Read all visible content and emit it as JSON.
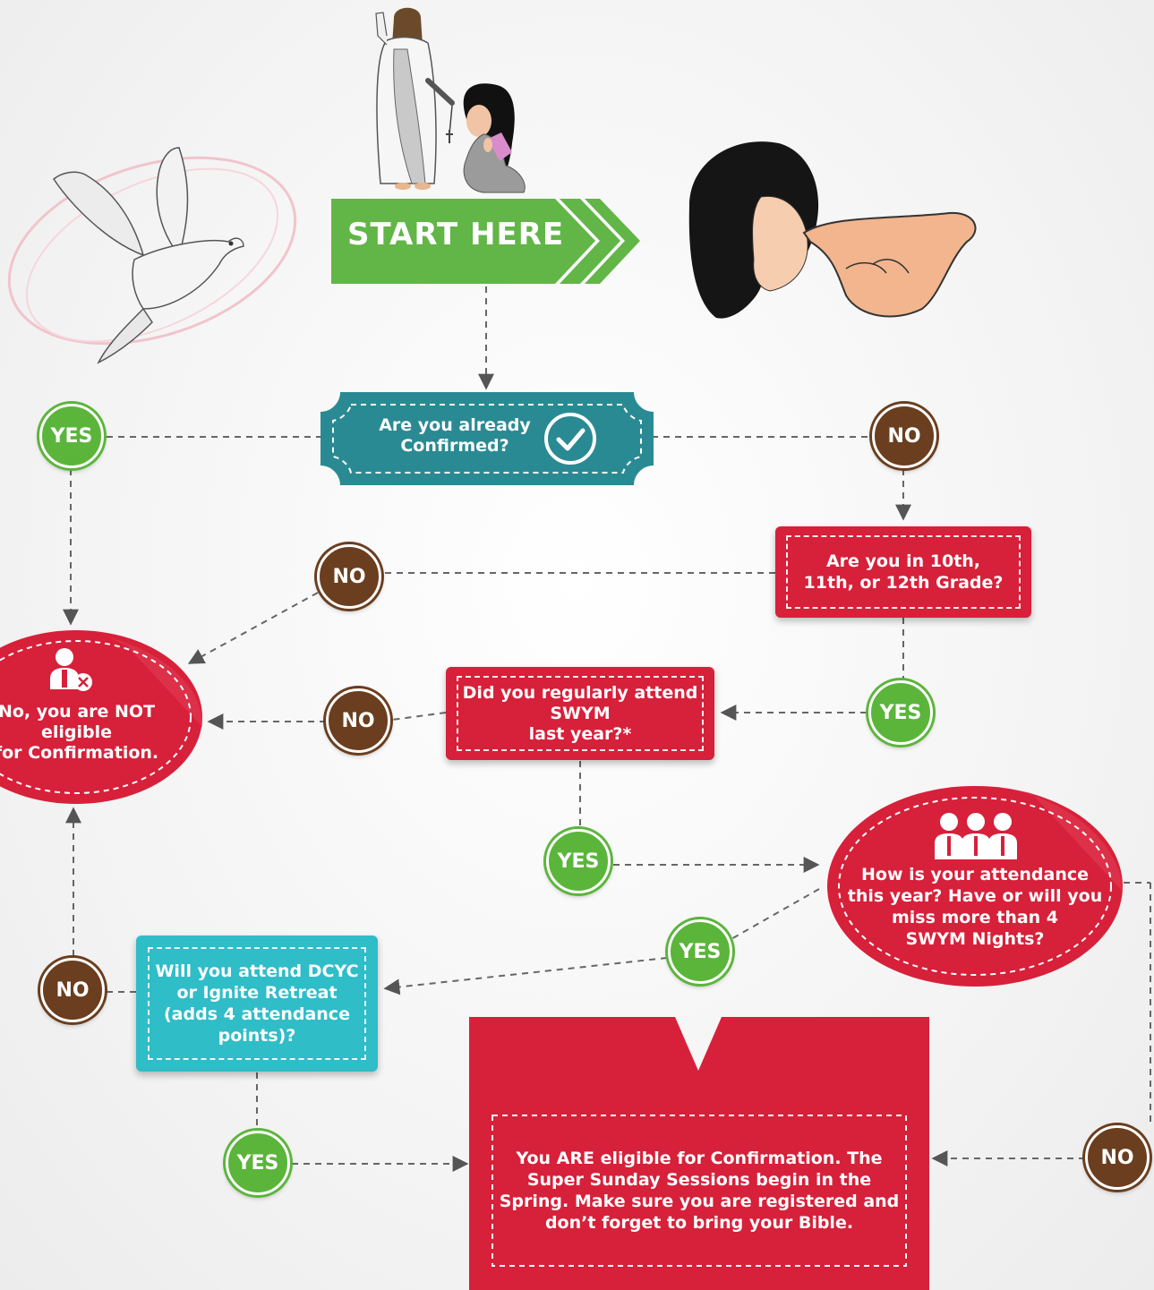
{
  "start": {
    "label": "START HERE"
  },
  "q_confirmed": {
    "text": "Are you already\nConfirmed?"
  },
  "q_grade": {
    "text": "Are you in 10th,\n11th, or 12th Grade?"
  },
  "q_swym": {
    "text": "Did you regularly attend\nSWYM\nlast year?*"
  },
  "q_attendance": {
    "text": "How is your attendance\nthis year? Have or will you\nmiss more than 4\nSWYM Nights?"
  },
  "q_retreat": {
    "text": "Will you attend DCYC\nor Ignite Retreat\n(adds 4 attendance\npoints)?"
  },
  "result_not_eligible": {
    "text": "No, you are NOT\neligible\nfor Confirmation."
  },
  "result_eligible": {
    "text": "You ARE eligible for Confirmation. The\nSuper Sunday Sessions begin in the\nSpring. Make sure you are registered and\ndon’t forget to bring your Bible."
  },
  "badges": {
    "yes_confirmed": "YES",
    "no_confirmed": "NO",
    "no_grade": "NO",
    "yes_grade": "YES",
    "no_swym": "NO",
    "yes_swym": "YES",
    "yes_attendance": "YES",
    "no_attendance": "NO",
    "no_retreat": "NO",
    "yes_retreat": "YES"
  },
  "colors": {
    "green": "#5bb53b",
    "brown": "#6a3e1f",
    "teal_dark": "#2a8a93",
    "teal_light": "#2fbdc8",
    "red": "#d7203a",
    "start_green": "#62b547"
  },
  "icons": [
    "dove-icon",
    "jesus-figure-icon",
    "praying-girl-icon",
    "anointing-icon",
    "check-circle-icon",
    "user-x-icon",
    "group-icon"
  ]
}
